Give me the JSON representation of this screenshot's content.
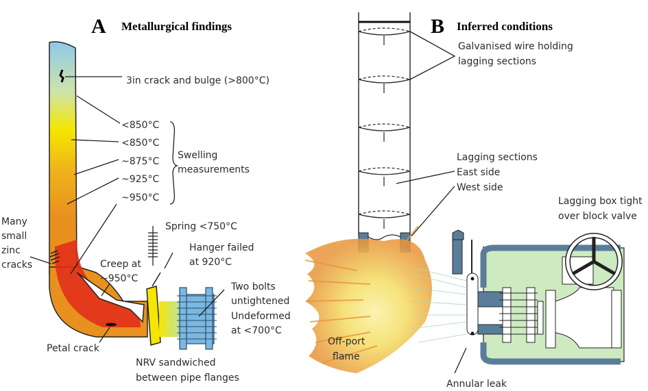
{
  "panels": [
    {
      "letter": "A",
      "title": "Metallurgical findings",
      "labels": {
        "crack_bulge": "3in crack and bulge (>800°C)",
        "swelling": [
          "<850°C",
          "<850°C",
          "~875°C",
          "~925°C",
          "~950°C"
        ],
        "swelling_group": [
          "Swelling",
          "measurements"
        ],
        "zinc_cracks": [
          "Many",
          "small",
          "zinc",
          "cracks"
        ],
        "creep": [
          "Creep at",
          "~950°C"
        ],
        "spring": "Spring <750°C",
        "hanger": [
          "Hanger failed",
          "at 920°C"
        ],
        "bolts": [
          "Two bolts",
          "untightened",
          "Undeformed",
          "at <700°C"
        ],
        "petal_crack": "Petal crack",
        "nrv": [
          "NRV sandwiched",
          "between pipe flanges"
        ]
      },
      "colors": {
        "cool": "#8fc9e8",
        "warm": "#f5e600",
        "hot": "#e8911e",
        "hottest": "#e02a1a",
        "flange": "#7ab8e0"
      }
    },
    {
      "letter": "B",
      "title": "Inferred conditions",
      "labels": {
        "wire": [
          "Galvanised wire holding",
          "lagging sections"
        ],
        "lagging": [
          "Lagging sections",
          "East side",
          "West side"
        ],
        "lagging_box": [
          "Lagging box tight",
          "over block valve"
        ],
        "flame": [
          "Off-port",
          "flame"
        ],
        "annular_leak": "Annular leak"
      },
      "colors": {
        "steel": "#5a7d9a",
        "box_fill": "#cdeac0",
        "flame_outer": "#e8953a",
        "flame_inner": "#f6e27a"
      }
    }
  ]
}
